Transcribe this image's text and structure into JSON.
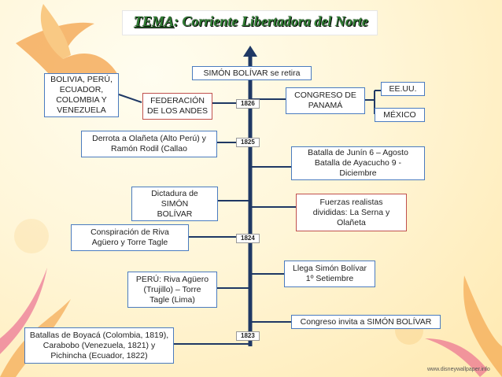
{
  "title": {
    "prefix": "TEMA",
    "rest": ": Corriente Libertadora del Norte"
  },
  "years": [
    "1826",
    "1825",
    "1824",
    "1823"
  ],
  "boxes": {
    "simon_retira": "SIMÓN BOLÍVAR se retira",
    "bolivia": "BOLIVIA, PERÚ,\nECUADOR,\nCOLOMBIA Y\nVENEZUELA",
    "federacion": "FEDERACIÓN\nDE LOS ANDES",
    "congreso_panama": "CONGRESO DE\nPANAMÁ",
    "eeuu": "EE.UU.",
    "mexico": "MÉXICO",
    "derrota": "Derrota a Olañeta (Alto Perú) y\nRamón Rodil (Callao",
    "junin": "Batalla de Junín 6 – Agosto",
    "ayacucho": "Batalla de Ayacucho 9 - Diciembre",
    "dictadura": "Dictadura de\nSIMÓN\nBOLÍVAR",
    "fuerzas": "Fuerzas realistas\ndivididas: La Serna y\nOlañeta",
    "conspiracion": "Conspiración de Riva\nAgüero y Torre Tagle",
    "llega": "Llega Simón Bolívar\n1º Setiembre",
    "peru": "PERÚ: Riva Agüero\n(Trujillo) – Torre\nTagle (Lima)",
    "congreso_invita": "Congreso invita a SIMÓN BOLÍVAR",
    "batallas": "Batallas de Boyacá (Colombia, 1819),\nCarabobo (Venezuela, 1821) y\nPichincha (Ecuador, 1822)"
  },
  "watermark": "www.disneywallpaper.info",
  "colors": {
    "box_border_blue": "#4a7bbf",
    "box_border_red": "#c0504d",
    "timeline": "#1f3864",
    "title": "#2e7d32"
  }
}
